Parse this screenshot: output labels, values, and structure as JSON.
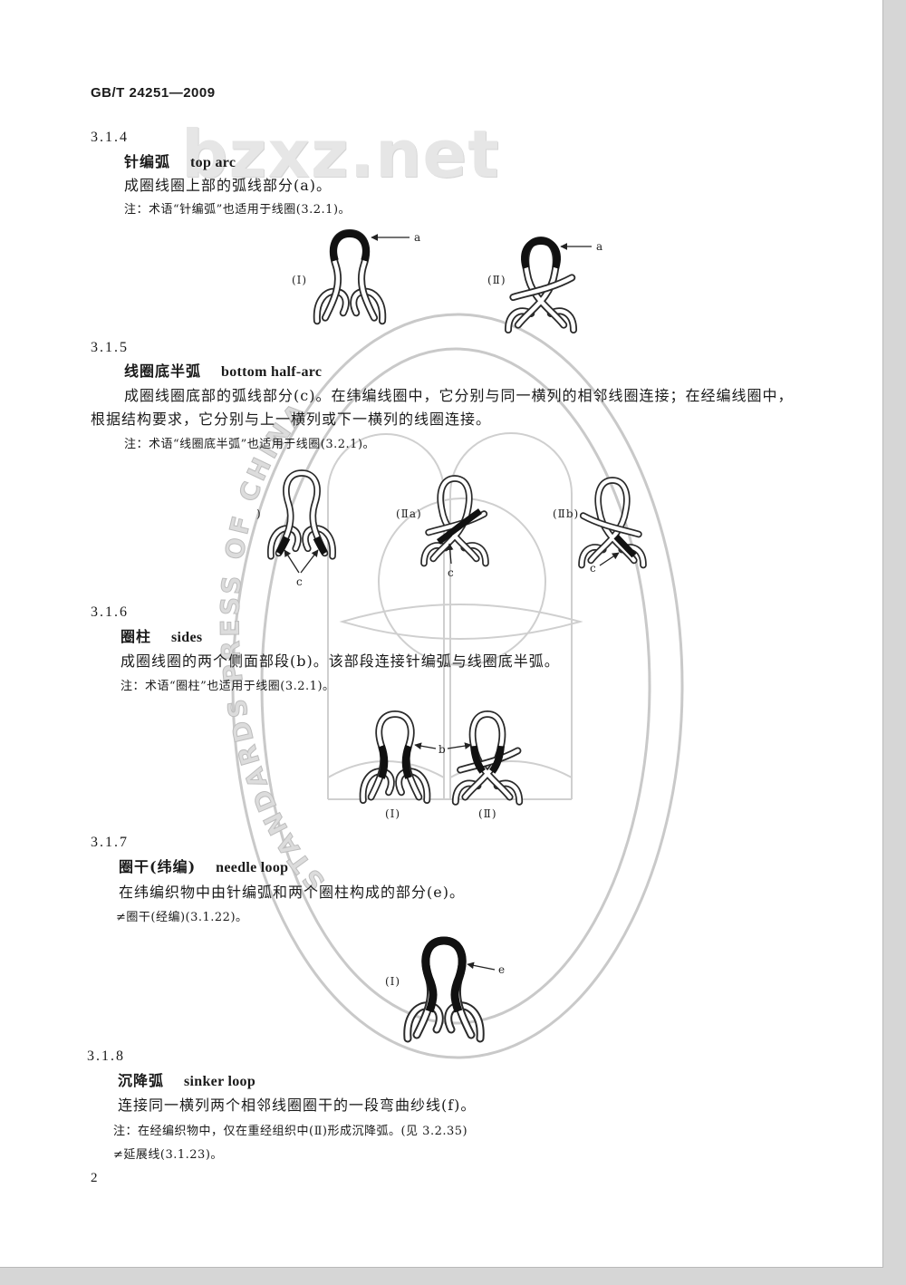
{
  "header": {
    "standard_code": "GB/T 24251—2009"
  },
  "watermark": "bzxz.net",
  "seal": {
    "text": "STANDARDS PRESS OF CHINA"
  },
  "s314": {
    "number": "3.1.4",
    "term_zh": "针编弧",
    "term_en": "top arc",
    "definition": "成圈线圈上部的弧线部分(a)。",
    "note": "注：术语“针编弧”也适用于线圈(3.2.1)。",
    "fig": {
      "label_1": "(Ⅰ)",
      "label_2": "(Ⅱ)",
      "callout_1": "a",
      "callout_2": "a"
    }
  },
  "s315": {
    "number": "3.1.5",
    "term_zh": "线圈底半弧",
    "term_en": "bottom half-arc",
    "definition": [
      "成圈线圈底部的弧线部分(c)。在纬编线圈中，它分别与同一横列的相邻线圈连接；在经编线圈中，",
      "根据结构要求，它分别与上一横列或下一横列的线圈连接。"
    ],
    "note": "注：术语“线圈底半弧”也适用于线圈(3.2.1)。",
    "fig": {
      "label_1": ")",
      "label_2": "(Ⅱa)",
      "label_3": "(Ⅱb)",
      "callout_1": "c",
      "callout_2": "c",
      "callout_3": "c"
    }
  },
  "s316": {
    "number": "3.1.6",
    "term_zh": "圈柱",
    "term_en": "sides",
    "definition": "成圈线圈的两个侧面部段(b)。该部段连接针编弧与线圈底半弧。",
    "note": "注：术语“圈柱”也适用于线圈(3.2.1)。",
    "fig": {
      "label_1": "(Ⅰ)",
      "label_2": "(Ⅱ)",
      "callout": "b"
    }
  },
  "s317": {
    "number": "3.1.7",
    "term_zh": "圈干(纬编)",
    "term_en": "needle loop",
    "definition": "在纬编织物中由针编弧和两个圈柱构成的部分(e)。",
    "see_also": "≠圈干(经编)(3.1.22)。",
    "fig": {
      "label_1": "(Ⅰ)",
      "callout": "e"
    }
  },
  "s318": {
    "number": "3.1.8",
    "term_zh": "沉降弧",
    "term_en": "sinker loop",
    "definition": "连接同一横列两个相邻线圈圈干的一段弯曲纱线(f)。",
    "note": "注：在经编织物中，仅在重经组织中(Ⅱ)形成沉降弧。(见 3.2.35)",
    "see_also": "≠延展线(3.1.23)。"
  },
  "page_number": "2"
}
